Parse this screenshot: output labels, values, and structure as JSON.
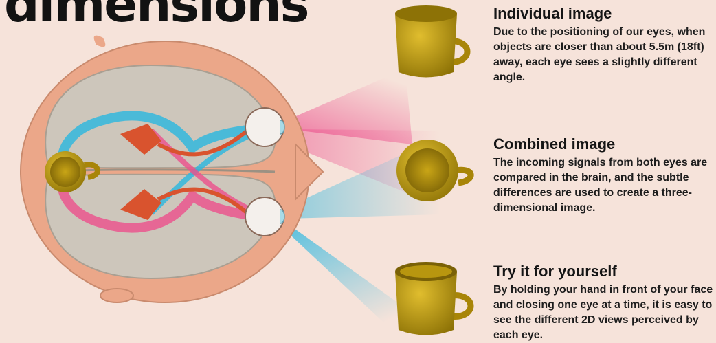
{
  "headline": "dimensions",
  "sections": [
    {
      "title": "Individual image",
      "body": "Due to the positioning of our eyes, when objects are closer than about 5.5m (18ft) away, each eye sees a slightly different angle."
    },
    {
      "title": "Combined image",
      "body": "The incoming signals from both eyes are compared in the brain, and the subtle differences are used to create a three-dimensional image."
    },
    {
      "title": "Try it for yourself",
      "body": "By holding your hand in front of your face and closing one eye at a time, it is easy to see the different 2D views perceived by each eye."
    }
  ],
  "colors": {
    "background": "#f6e3da",
    "skin": "#eba789",
    "brain": "#cdc6bb",
    "optic_nerve": "#d9532e",
    "left_eye_signal": "#29b6e0",
    "right_eye_signal": "#ec4f8c",
    "cup": "#b8960f"
  },
  "icons": [
    "top-cup-icon",
    "middle-cup-icon",
    "bottom-cup-icon",
    "brain-cup-icon"
  ]
}
